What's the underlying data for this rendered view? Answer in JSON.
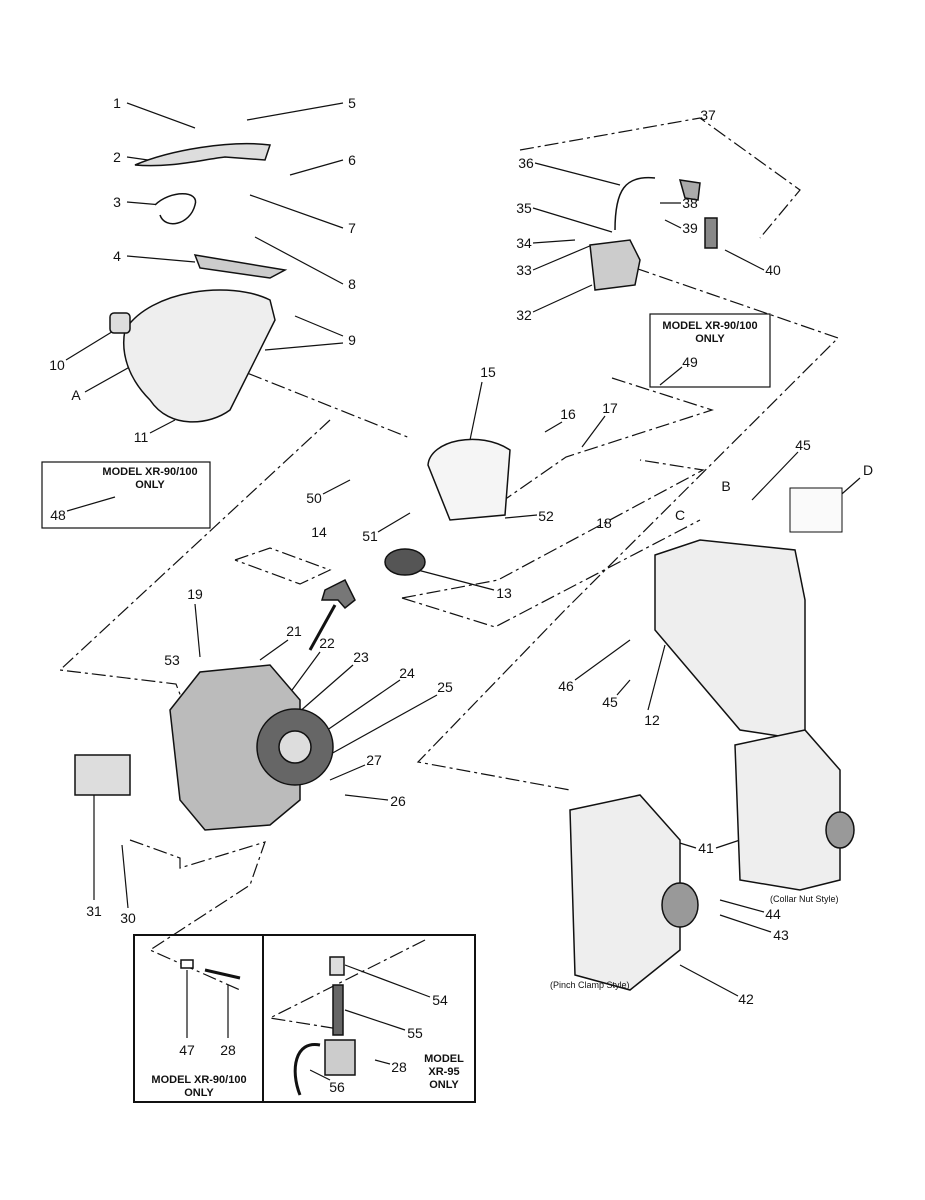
{
  "part_labels": [
    "1",
    "2",
    "3",
    "4",
    "5",
    "6",
    "7",
    "8",
    "9",
    "10",
    "A",
    "11",
    "15",
    "16",
    "17",
    "49",
    "37",
    "36",
    "38",
    "35",
    "39",
    "34",
    "33",
    "40",
    "32",
    "50",
    "51",
    "52",
    "18",
    "13",
    "14",
    "48",
    "45",
    "B",
    "C",
    "D",
    "19",
    "21",
    "22",
    "23",
    "24",
    "25",
    "53",
    "27",
    "26",
    "46",
    "45",
    "12",
    "41",
    "44",
    "43",
    "42",
    "31",
    "30",
    "47",
    "28",
    "54",
    "55",
    "28",
    "56"
  ],
  "notes": {
    "top_right_box": "MODEL XR-90/100 ONLY",
    "left_box": "MODEL XR-90/100 ONLY",
    "bottom_left_box": "MODEL XR-90/100 ONLY",
    "bottom_right_box": "MODEL XR-95 ONLY"
  },
  "captions": {
    "collar_nut": "(Collar Nut Style)",
    "pinch_clamp": "(Pinch Clamp Style)"
  }
}
